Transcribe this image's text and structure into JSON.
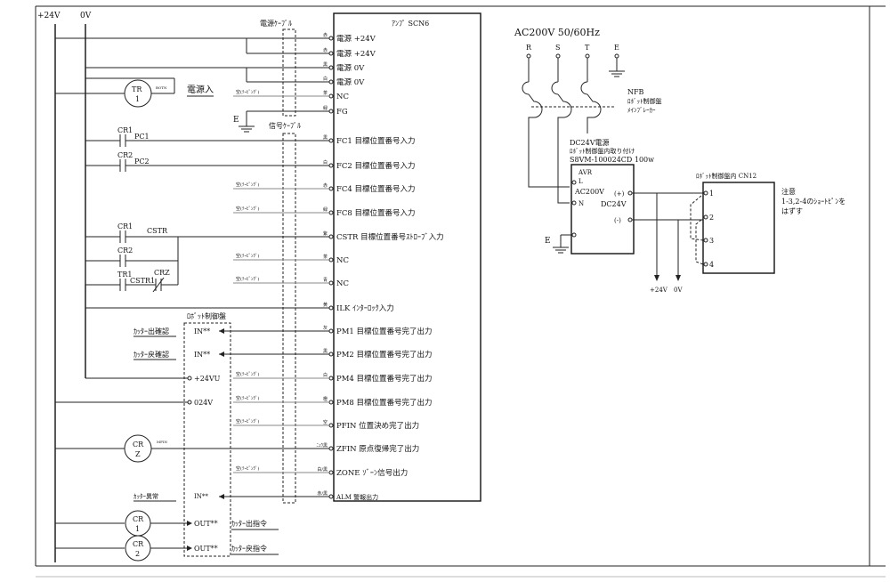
{
  "rails": {
    "p24": "+24V",
    "zero": "0V"
  },
  "amp": {
    "title": "ｱﾝﾌﾟ SCN6",
    "power_cable": "電源ｹｰﾌﾞﾙ",
    "signal_cable": "信号ｹｰﾌﾞﾙ",
    "spare": "空(ﾃｰﾋﾟﾝｸﾞ)",
    "pins": [
      {
        "wire": "赤",
        "name": "電源",
        "desc": "+24V"
      },
      {
        "wire": "赤",
        "name": "電源",
        "desc": "+24V"
      },
      {
        "wire": "黒",
        "name": "電源",
        "desc": "0V"
      },
      {
        "wire": "白",
        "name": "電源",
        "desc": "0V"
      },
      {
        "wire": "茶",
        "name": "NC",
        "desc": ""
      },
      {
        "wire": "緑",
        "name": "FG",
        "desc": ""
      },
      {
        "wire": "黒",
        "name": "FC1",
        "desc": "目標位置番号入力"
      },
      {
        "wire": "白",
        "name": "FC2",
        "desc": "目標位置番号入力"
      },
      {
        "wire": "赤",
        "name": "FC4",
        "desc": "目標位置番号入力"
      },
      {
        "wire": "緑",
        "name": "FC8",
        "desc": "目標位置番号入力"
      },
      {
        "wire": "紫",
        "name": "CSTR",
        "desc": "目標位置番号ｽﾄﾛｰﾌﾞ入力"
      },
      {
        "wire": "茶",
        "name": "NC",
        "desc": ""
      },
      {
        "wire": "青",
        "name": "NC",
        "desc": ""
      },
      {
        "wire": "黄",
        "name": "ILK",
        "desc": "ｲﾝﾀｰﾛｯｸ入力"
      },
      {
        "wire": "灰",
        "name": "PM1",
        "desc": "目標位置番号完了出力"
      },
      {
        "wire": "黒",
        "name": "PM2",
        "desc": "目標位置番号完了出力"
      },
      {
        "wire": "白",
        "name": "PM4",
        "desc": "目標位置番号完了出力"
      },
      {
        "wire": "橙",
        "name": "PM8",
        "desc": "目標位置番号完了出力"
      },
      {
        "wire": "空",
        "name": "PFIN",
        "desc": "位置決め完了出力"
      },
      {
        "wire": "ﾆｭｳ黒",
        "name": "ZFIN",
        "desc": "原点復帰完了出力"
      },
      {
        "wire": "白/黒",
        "name": "ZONE",
        "desc": "ｿﾞｰﾝ信号出力"
      },
      {
        "wire": "赤/黒",
        "name": "ALM",
        "desc": "警報出力"
      }
    ]
  },
  "left": {
    "tr1": {
      "label": "TR",
      "num": "1",
      "tag": "BOTN"
    },
    "power_in": "電源入",
    "fg_label": "E",
    "cr1_pc1": "CR1",
    "pc1": "PC1",
    "cr2_pc2": "CR2",
    "pc2": "PC2",
    "cr1_cstr": "CR1",
    "cstr": "CSTR",
    "cr2_b": "CR2",
    "tr1_b": "TR1",
    "cstr1": "CSTR1",
    "crz_contact": "CRZ",
    "robot_panel": "ﾛﾎﾞｯﾄ制御盤",
    "cutter_out_confirm": "ｶｯﾀｰ出確認",
    "cutter_ret_confirm": "ｶｯﾀｰ戻確認",
    "in1": "IN**",
    "in2": "IN**",
    "in3": "IN**",
    "p24vu": "+24VU",
    "v024": "024V",
    "crz": {
      "label": "CR",
      "num": "Z",
      "tag": "MFIN"
    },
    "cutter_error": "ｶｯﾀｰ異常",
    "cr1c": {
      "label": "CR",
      "num": "1"
    },
    "cr2c": {
      "label": "CR",
      "num": "2"
    },
    "out1": "OUT**",
    "out2": "OUT**",
    "cutter_out_cmd": "ｶｯﾀｰ出指令",
    "cutter_ret_cmd": "ｶｯﾀｰ戻指令"
  },
  "right": {
    "ac": "AC200V 50/60Hz",
    "phases": [
      "R",
      "S",
      "T",
      "E"
    ],
    "nfb": "NFB",
    "nfb2": "ﾛﾎﾞｯﾄ制御盤",
    "nfb3": "ﾒｲﾝﾌﾞﾚｰｶｰ",
    "dc_title": "DC24V電源",
    "dc_sub": "ﾛﾎﾞｯﾄ制御盤内取り付け",
    "dc_model": "S8VM-100024CD 100w",
    "avr": "AVR",
    "l": "L",
    "ac200v": "AC200V",
    "n": "N",
    "dc24v": "DC24V",
    "plus": "(+)",
    "minus": "(-)",
    "e": "E",
    "cn12": "ﾛﾎﾞｯﾄ制御盤内 CN12",
    "cn_pins": [
      "1",
      "2",
      "3",
      "4"
    ],
    "note_title": "注意",
    "note1": "1-3,2-4のｼｮｰﾄﾋﾟﾝを",
    "note2": "はずす",
    "out_p24": "+24V",
    "out_0v": "0V"
  }
}
